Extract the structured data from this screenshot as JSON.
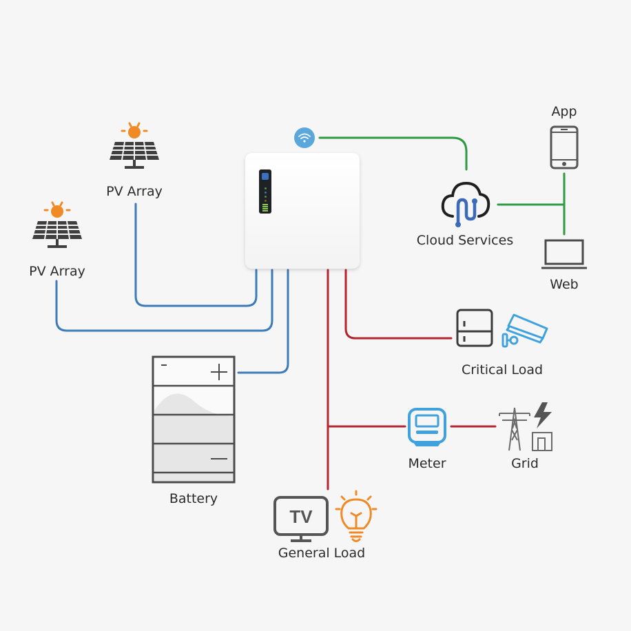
{
  "diagram": {
    "title": "",
    "colors": {
      "dc_line": "#3c7bb8",
      "ac_line": "#b3262d",
      "comm_line": "#2e9a44",
      "sun": "#ef8a24",
      "icon_dark": "#3f3f3f",
      "icon_blue": "#3fa2dd",
      "wifi": "#5aa7dc"
    },
    "nodes": {
      "inverter": {
        "label": "",
        "icon": "inverter-device"
      },
      "wifi": {
        "icon": "wifi-icon"
      },
      "pv_array_1": {
        "label": "PV Array",
        "icon": "solar-panel-icon"
      },
      "pv_array_2": {
        "label": "PV Array",
        "icon": "solar-panel-icon"
      },
      "battery": {
        "label": "Battery",
        "icon": "battery-icon",
        "terminals": [
          "-",
          "+",
          "—"
        ]
      },
      "cloud": {
        "label": "Cloud Services",
        "icon": "cloud-icon"
      },
      "app": {
        "label": "App",
        "icon": "smartphone-icon"
      },
      "web": {
        "label": "Web",
        "icon": "laptop-icon"
      },
      "critical_load": {
        "label": "Critical Load",
        "icon": "fridge-camera-icon"
      },
      "meter": {
        "label": "Meter",
        "icon": "meter-icon"
      },
      "grid": {
        "label": "Grid",
        "icon": "power-tower-icon"
      },
      "general_load": {
        "label": "General Load",
        "icon": "tv-bulb-icon",
        "tv_text": "TV"
      }
    },
    "edges": [
      {
        "from": "pv_array_1",
        "to": "inverter",
        "type": "dc"
      },
      {
        "from": "pv_array_2",
        "to": "inverter",
        "type": "dc"
      },
      {
        "from": "battery",
        "to": "inverter",
        "type": "dc"
      },
      {
        "from": "inverter",
        "to": "critical_load",
        "type": "ac"
      },
      {
        "from": "inverter",
        "to": "general_load",
        "type": "ac"
      },
      {
        "from": "inverter",
        "to": "meter",
        "type": "ac"
      },
      {
        "from": "meter",
        "to": "grid",
        "type": "ac"
      },
      {
        "from": "wifi",
        "to": "cloud",
        "type": "comm"
      },
      {
        "from": "cloud",
        "to": "app",
        "type": "comm"
      },
      {
        "from": "cloud",
        "to": "web",
        "type": "comm"
      }
    ]
  }
}
